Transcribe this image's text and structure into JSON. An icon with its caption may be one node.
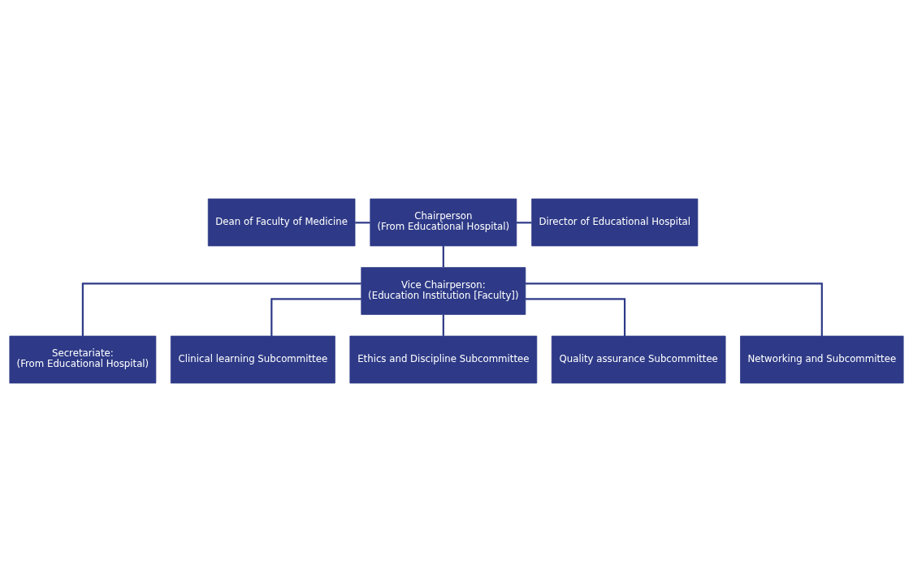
{
  "diagram": {
    "nodes": [
      {
        "text": [
          "Dean of Faculty of Medicine"
        ]
      },
      {
        "text": [
          "Chairperson",
          "(From Educational Hospital)"
        ]
      },
      {
        "text": [
          "Director of Educational Hospital"
        ]
      },
      {
        "text": [
          "Vice Chairperson:",
          "(Education Institution [Faculty])"
        ]
      },
      {
        "text": [
          "Secretariate:",
          "(From Educational Hospital)"
        ]
      },
      {
        "text": [
          "Clinical learning Subcommittee"
        ]
      },
      {
        "text": [
          "Ethics and Discipline Subcommittee"
        ]
      },
      {
        "text": [
          "Quality assurance Subcommittee"
        ]
      },
      {
        "text": [
          "Networking and Subcommittee"
        ]
      }
    ],
    "edges": [
      {
        "from": 0,
        "to": 1,
        "arrow": "none"
      },
      {
        "from": 1,
        "to": 2,
        "arrow": "none"
      },
      {
        "from": 1,
        "to": 3,
        "arrow": "none"
      },
      {
        "from": 3,
        "to": 4,
        "arrow": "none"
      },
      {
        "from": 3,
        "to": 5,
        "arrow": "none"
      },
      {
        "from": 3,
        "to": 6,
        "arrow": "none"
      },
      {
        "from": 3,
        "to": 7,
        "arrow": "none"
      },
      {
        "from": 3,
        "to": 8,
        "arrow": "none"
      }
    ]
  }
}
